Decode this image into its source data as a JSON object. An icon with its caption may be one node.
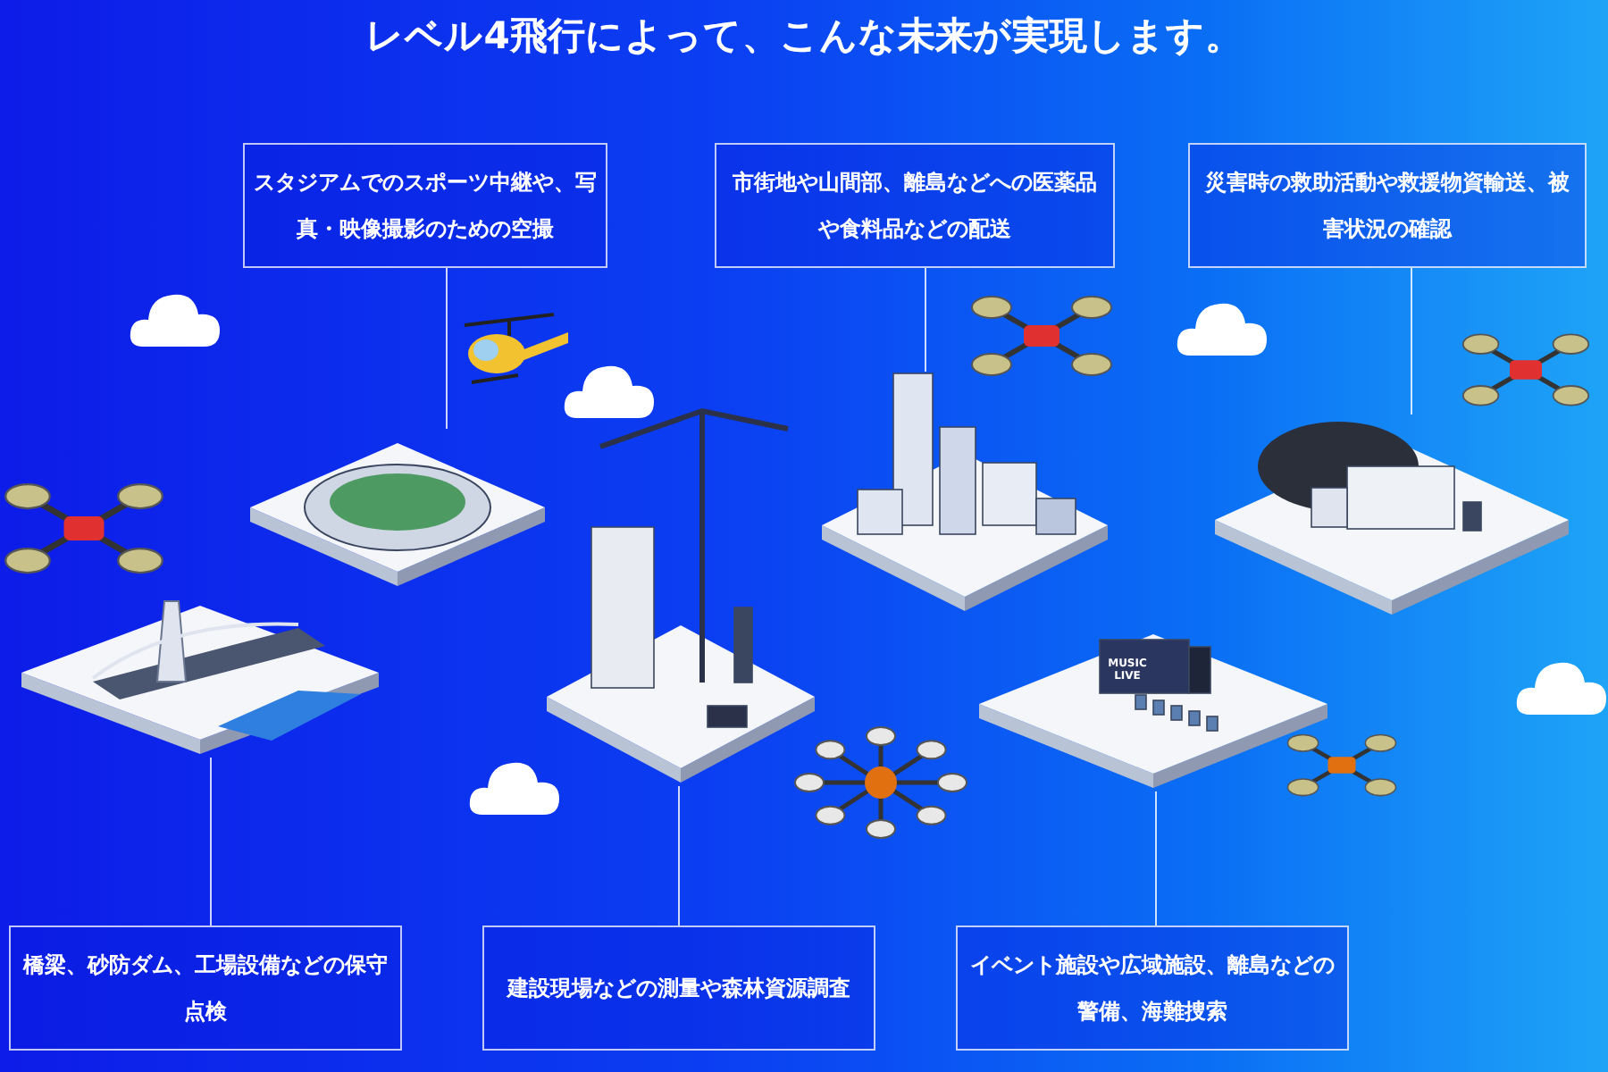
{
  "diagram": {
    "title": "レベル4飛行によって、こんな未来が実現します。",
    "nodes": [
      {
        "text": [
          "スタジアムでのスポーツ中継や、写真・映像撮影のための空撮"
        ]
      },
      {
        "text": [
          "市街地や山間部、離島などへの医薬品や食料品などの配送"
        ]
      },
      {
        "text": [
          "災害時の救助活動や救援物資輸送、被害状況の確認"
        ]
      },
      {
        "text": [
          "橋梁、砂防ダム、工場設備などの保守点検"
        ]
      },
      {
        "text": [
          "建設現場などの測量や森林資源調査"
        ]
      },
      {
        "text": [
          "イベント施設や広域施設、離島などの警備、海難捜索"
        ]
      },
      {
        "text": [],
        "shape": "picture"
      },
      {
        "text": [],
        "shape": "picture"
      },
      {
        "text": [],
        "shape": "picture"
      },
      {
        "text": [],
        "shape": "picture"
      },
      {
        "text": [],
        "shape": "picture"
      },
      {
        "text": [],
        "shape": "picture"
      }
    ],
    "edges": [
      {
        "from": 0,
        "to": 7,
        "arrow": "none"
      },
      {
        "from": 1,
        "to": 9,
        "arrow": "none"
      },
      {
        "from": 2,
        "to": 11,
        "arrow": "none"
      },
      {
        "from": 6,
        "to": 3,
        "arrow": "none"
      },
      {
        "from": 8,
        "to": 4,
        "arrow": "none"
      },
      {
        "from": 10,
        "to": 5,
        "arrow": "none"
      }
    ],
    "labels": [
      "MUSIC LIVE"
    ]
  }
}
